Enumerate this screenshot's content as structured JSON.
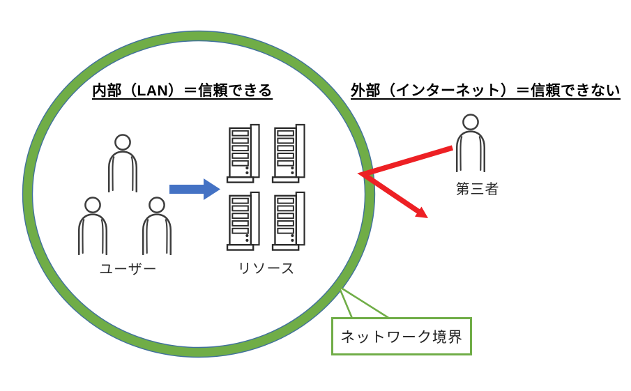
{
  "zones": {
    "internal": {
      "label": "内部（LAN）＝信頼できる"
    },
    "external": {
      "label": "外部（インターネット）＝信頼できない"
    }
  },
  "nodes": {
    "users": {
      "label": "ユーザー",
      "count": 3
    },
    "resources": {
      "label": "リソース",
      "count": 4
    },
    "third_party": {
      "label": "第三者",
      "count": 1
    }
  },
  "callout": {
    "label": "ネットワーク境界"
  },
  "icons": {
    "user": "person-icon",
    "resource": "server-icon",
    "flow": "right-arrow-icon",
    "attack": "deflected-arrow-icon"
  },
  "colors": {
    "boundary_green": "#70AD47",
    "boundary_edge_blue": "#41719C",
    "trusted_flow_blue": "#4472C4",
    "attack_red": "#ED2024",
    "icon_outline": "#3d3d3d",
    "text": "#1a1a1a"
  }
}
